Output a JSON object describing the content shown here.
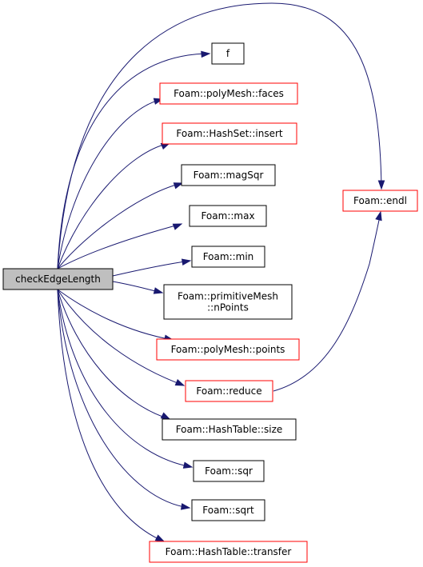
{
  "colors": {
    "edge": "#191970",
    "root_fill": "#bfbfbf",
    "node_fill": "#ffffff",
    "border_black": "#000000",
    "border_red": "#ff0000"
  },
  "root": {
    "label": "checkEdgeLength"
  },
  "nodes": {
    "f": {
      "lines": [
        "f"
      ],
      "border": "black"
    },
    "faces": {
      "lines": [
        "Foam::polyMesh::faces"
      ],
      "border": "red"
    },
    "insert": {
      "lines": [
        "Foam::HashSet::insert"
      ],
      "border": "red"
    },
    "magSqr": {
      "lines": [
        "Foam::magSqr"
      ],
      "border": "black"
    },
    "max": {
      "lines": [
        "Foam::max"
      ],
      "border": "black"
    },
    "min": {
      "lines": [
        "Foam::min"
      ],
      "border": "black"
    },
    "nPoints": {
      "lines": [
        "Foam::primitiveMesh",
        "::nPoints"
      ],
      "border": "black"
    },
    "points": {
      "lines": [
        "Foam::polyMesh::points"
      ],
      "border": "red"
    },
    "reduce": {
      "lines": [
        "Foam::reduce"
      ],
      "border": "red"
    },
    "size": {
      "lines": [
        "Foam::HashTable::size"
      ],
      "border": "black"
    },
    "sqr": {
      "lines": [
        "Foam::sqr"
      ],
      "border": "black"
    },
    "sqrt": {
      "lines": [
        "Foam::sqrt"
      ],
      "border": "black"
    },
    "transfer": {
      "lines": [
        "Foam::HashTable::transfer"
      ],
      "border": "red"
    },
    "endl": {
      "lines": [
        "Foam::endl"
      ],
      "border": "red"
    }
  },
  "edges": [
    [
      "root",
      "f"
    ],
    [
      "root",
      "faces"
    ],
    [
      "root",
      "insert"
    ],
    [
      "root",
      "magSqr"
    ],
    [
      "root",
      "max"
    ],
    [
      "root",
      "min"
    ],
    [
      "root",
      "nPoints"
    ],
    [
      "root",
      "points"
    ],
    [
      "root",
      "reduce"
    ],
    [
      "root",
      "size"
    ],
    [
      "root",
      "sqr"
    ],
    [
      "root",
      "sqrt"
    ],
    [
      "root",
      "transfer"
    ],
    [
      "root",
      "endl"
    ],
    [
      "reduce",
      "endl"
    ]
  ]
}
